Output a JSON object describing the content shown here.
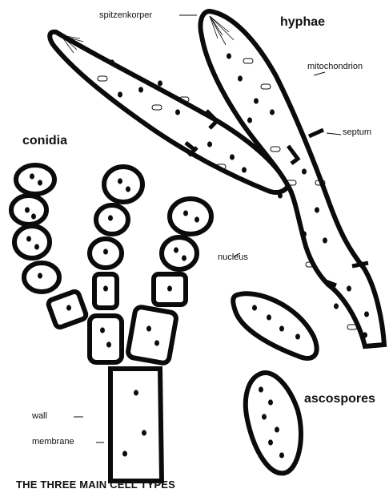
{
  "labels": {
    "spitzenkorper": "spitzenkorper",
    "hyphae": "hyphae",
    "mitochondrion": "mitochondrion",
    "septum": "septum",
    "conidia": "conidia",
    "nucleus": "nucleus",
    "ascospores": "ascospores",
    "wall": "wall",
    "membrane": "membrane"
  },
  "caption": "THE THREE MAIN CELL TYPES",
  "colors": {
    "ink": "#0b0b0b",
    "paper": "#ffffff"
  }
}
